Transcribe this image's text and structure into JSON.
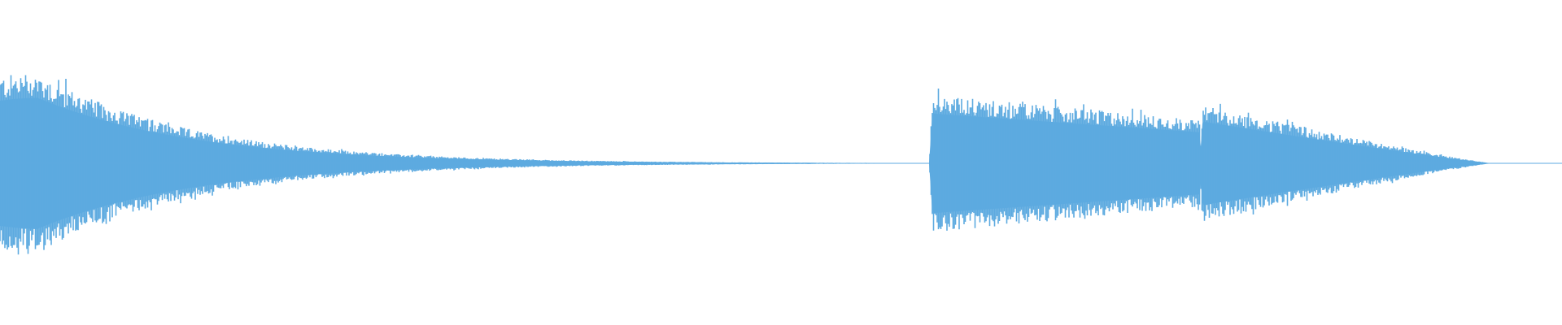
{
  "waveform": {
    "color": "#5DAAE0",
    "background": "#FFFFFF",
    "duration_fraction_with_audio": 0.955,
    "segments": [
      {
        "label": "",
        "start": 0.0,
        "end": 0.6,
        "peak_amplitude": 0.75,
        "shape": "exponential-decay",
        "decay_rate": 6.0
      },
      {
        "label": "",
        "start": 0.595,
        "end": 0.768,
        "peak_amplitude": 0.45,
        "shape": "linear-decay",
        "end_amplitude": 0.28
      },
      {
        "label": "",
        "start": 0.768,
        "end": 0.955,
        "peak_amplitude": 0.38,
        "shape": "tapered-decay",
        "end_amplitude": 0.0
      }
    ]
  }
}
